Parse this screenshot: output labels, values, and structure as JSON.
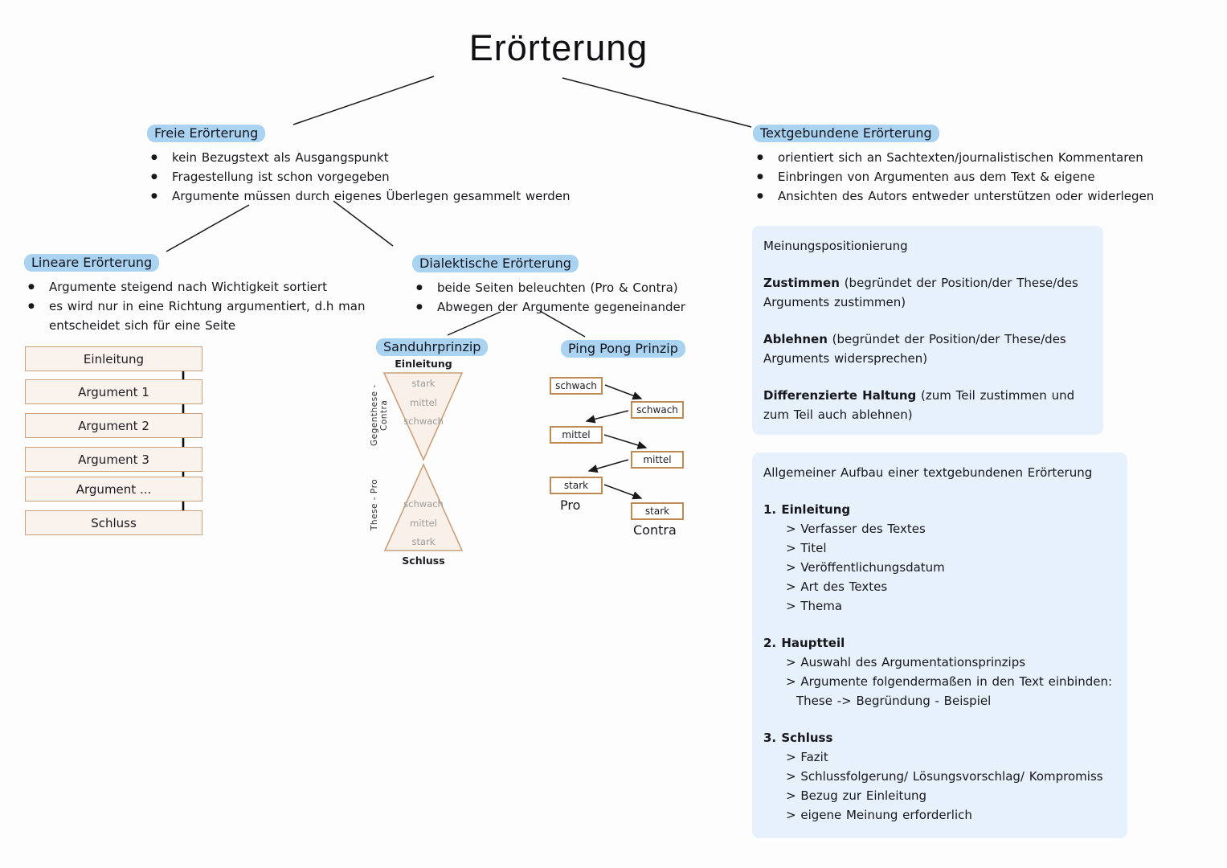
{
  "title": "Erörterung",
  "free_section": {
    "label": "Freie Erörterung",
    "bullets": [
      "kein Bezugstext als Ausgangspunkt",
      "Fragestellung ist schon vorgegeben",
      "Argumente müssen durch eigenes Überlegen gesammelt werden"
    ]
  },
  "textbound_section": {
    "label": "Textgebundene Erörterung",
    "bullets": [
      "orientiert sich an Sachtexten/journalistischen Kommentaren",
      "Einbringen von Argumenten aus dem Text & eigene",
      "Ansichten des Autors entweder unterstützen oder widerlegen"
    ]
  },
  "linear_section": {
    "label": "Lineare Erörterung",
    "bullets": [
      "Argumente steigend nach Wichtigkeit sortiert",
      "es wird nur in eine Richtung argumentiert, d.h man entscheidet sich für eine Seite"
    ],
    "flow_boxes": [
      "Einleitung",
      "Argument 1",
      "Argument 2",
      "Argument 3",
      "Argument ...",
      "Schluss"
    ]
  },
  "dialectic_section": {
    "label": "Dialektische Erörterung",
    "bullets": [
      "beide Seiten beleuchten (Pro & Contra)",
      "Abwegen der Argumente gegeneinander"
    ]
  },
  "hourglass": {
    "label": "Sanduhrprinzip",
    "top_label": "Einleitung",
    "bottom_label": "Schluss",
    "contra_side_label": "Gegenthese - Contra",
    "pro_side_label": "These - Pro",
    "top_levels": [
      "stark",
      "mittel",
      "schwach"
    ],
    "bottom_levels": [
      "schwach",
      "mittel",
      "stark"
    ]
  },
  "pingpong": {
    "label": "Ping Pong Prinzip",
    "pro_boxes": [
      "schwach",
      "mittel",
      "stark"
    ],
    "contra_boxes": [
      "schwach",
      "mittel",
      "stark"
    ],
    "pro_label": "Pro",
    "contra_label": "Contra"
  },
  "opinion_box": {
    "title": "Meinungspositionierung",
    "items": [
      {
        "term": "Zustimmen",
        "desc": " (begründet der Position/der These/des Arguments zustimmen)"
      },
      {
        "term": "Ablehnen",
        "desc": " (begründet der Position/der These/des Arguments widersprechen)"
      },
      {
        "term": "Differenzierte Haltung",
        "desc": " (zum Teil zustimmen und zum Teil auch ablehnen)"
      }
    ]
  },
  "structure_box": {
    "title": "Allgemeiner Aufbau einer textgebundenen Erörterung",
    "sections": [
      {
        "heading": "1. Einleitung",
        "items": [
          "> Verfasser des Textes",
          "> Titel",
          "> Veröffentlichungsdatum",
          "> Art des Textes",
          "> Thema"
        ]
      },
      {
        "heading": "2. Hauptteil",
        "items": [
          "> Auswahl des Argumentationsprinzips",
          "> Argumente folgendermaßen in den Text einbinden:",
          "These -> Begründung - Beispiel"
        ]
      },
      {
        "heading": "3. Schluss",
        "items": [
          "> Fazit",
          "> Schlussfolgerung/ Lösungsvorschlag/ Kompromiss",
          "> Bezug zur Einleitung",
          "> eigene Meinung erforderlich"
        ]
      }
    ]
  },
  "colors": {
    "highlight": "#a9d3f1",
    "info_box": "#e7f1fb",
    "flow_box_border": "#c9a17c",
    "flow_box_fill": "#faf2ec",
    "pingpong_border": "#bf8a52",
    "triangle_fill": "#f8f0e9",
    "line": "#191919",
    "muted_text": "#9b9b9b"
  }
}
